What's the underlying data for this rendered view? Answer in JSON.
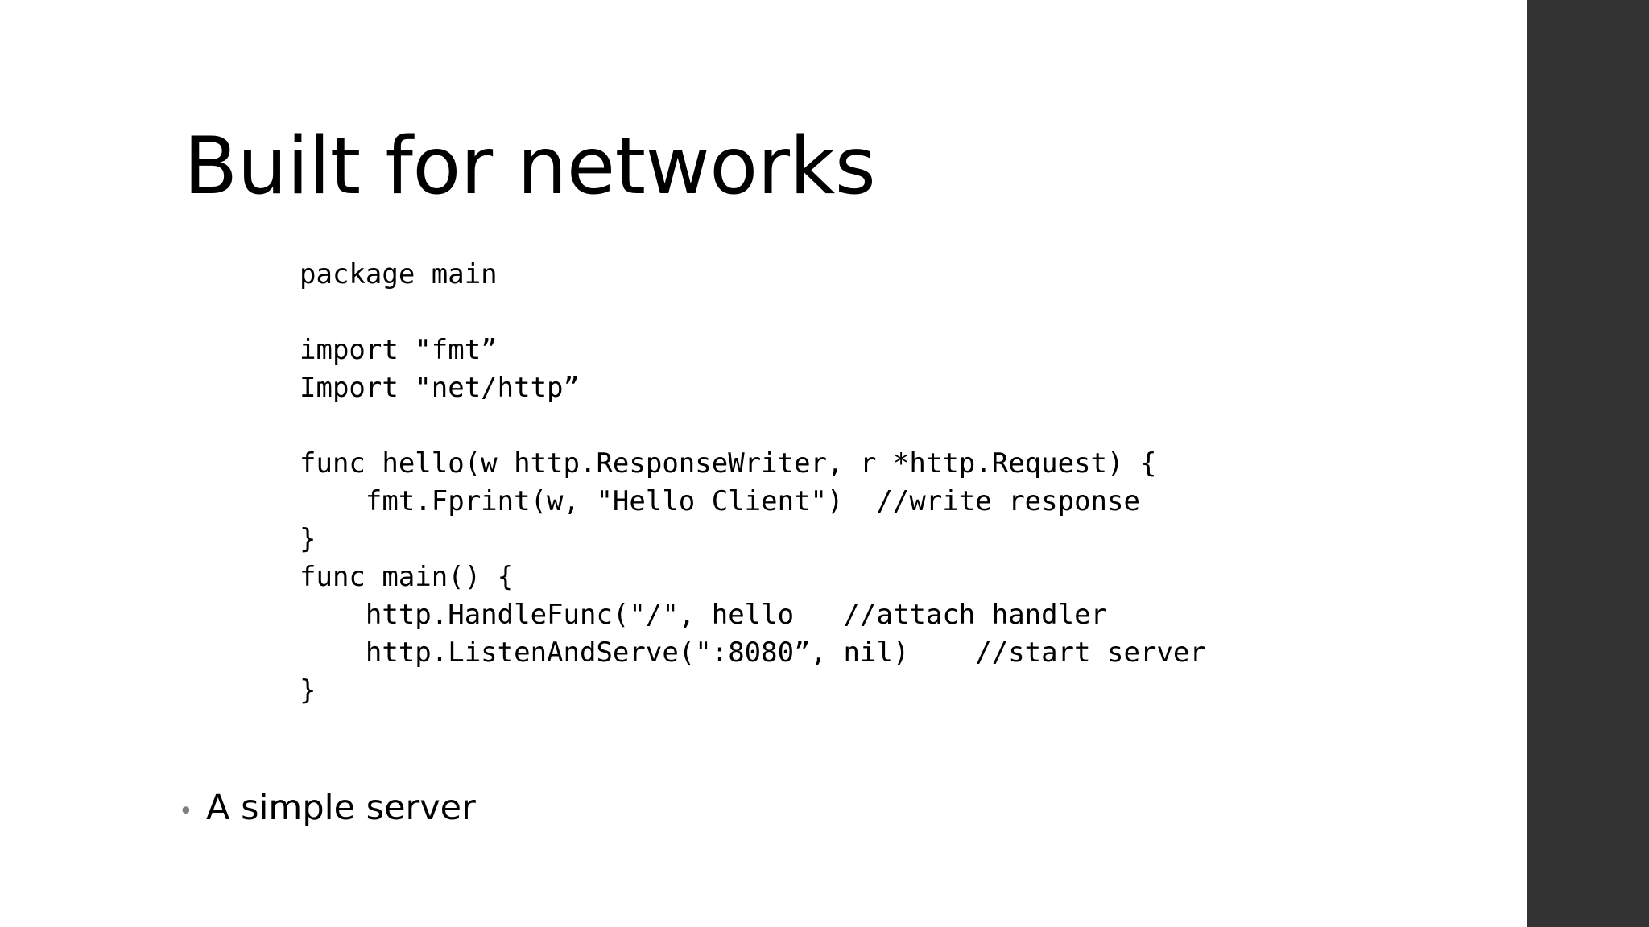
{
  "slide": {
    "title": "Built for networks",
    "background_color": "#ffffff",
    "panel_color": "#333333",
    "text_color": "#000000",
    "bullet_color": "#7f7f7f"
  },
  "code": {
    "language": "go",
    "lines": [
      "package main",
      "",
      "import \"fmt”",
      "Import \"net/http”",
      "",
      "func hello(w http.ResponseWriter, r *http.Request) {",
      "    fmt.Fprint(w, \"Hello Client\")  //write response",
      "}",
      "func main() {",
      "    http.HandleFunc(\"/\", hello   //attach handler",
      "    http.ListenAndServe(\":8080”, nil)    //start server",
      "}"
    ]
  },
  "bullets": [
    {
      "marker": "•",
      "text": "A simple server"
    }
  ]
}
